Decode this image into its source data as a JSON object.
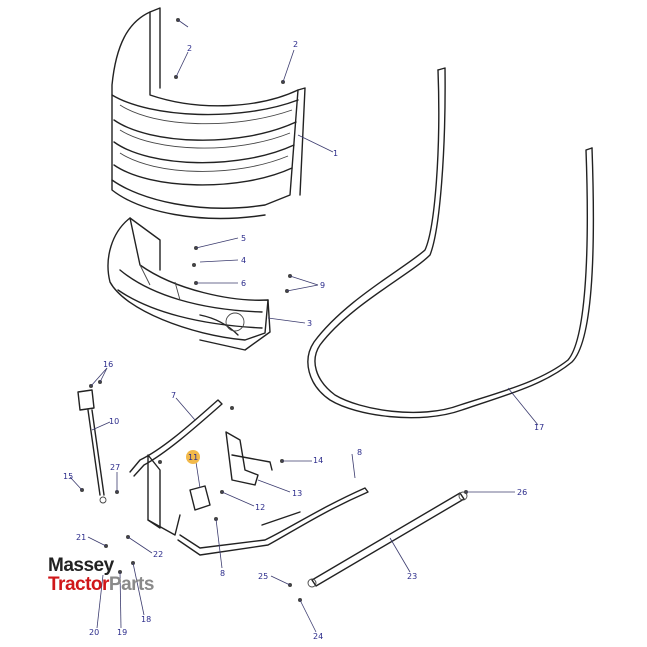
{
  "diagram": {
    "callouts": [
      "1",
      "2",
      "2",
      "3",
      "4",
      "5",
      "6",
      "7",
      "8",
      "8",
      "9",
      "10",
      "11",
      "12",
      "13",
      "14",
      "15",
      "16",
      "17",
      "18",
      "19",
      "20",
      "21",
      "22",
      "23",
      "24",
      "25",
      "26",
      "27"
    ],
    "highlighted_callout": "11",
    "highlight_color": "#f2b94b",
    "callout_color": "#2a2a8a"
  },
  "watermark": {
    "line1": "Massey",
    "line2_a": "Tractor",
    "line2_b": "Parts",
    "brand_red": "#d0171a"
  }
}
